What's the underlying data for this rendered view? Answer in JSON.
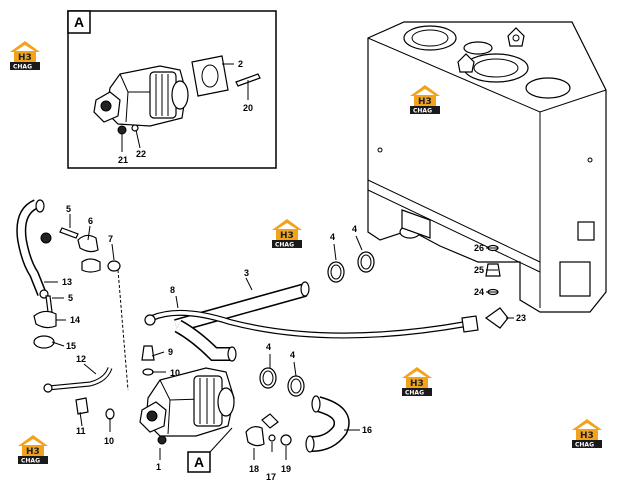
{
  "detail": {
    "letter": "A"
  },
  "callout_ref": {
    "letter": "A"
  },
  "logo": {
    "mark": "H3",
    "text": "CHAG"
  },
  "callouts": [
    "2",
    "20",
    "21",
    "22",
    "5",
    "6",
    "7",
    "13",
    "5",
    "14",
    "15",
    "12",
    "11",
    "10",
    "9",
    "10",
    "8",
    "3",
    "4",
    "4",
    "4",
    "4",
    "1",
    "18",
    "17",
    "19",
    "16",
    "26",
    "25",
    "24",
    "23"
  ],
  "colors": {
    "line": "#000000",
    "logo_orange": "#f3a21b",
    "logo_dark": "#1a1a1a"
  }
}
